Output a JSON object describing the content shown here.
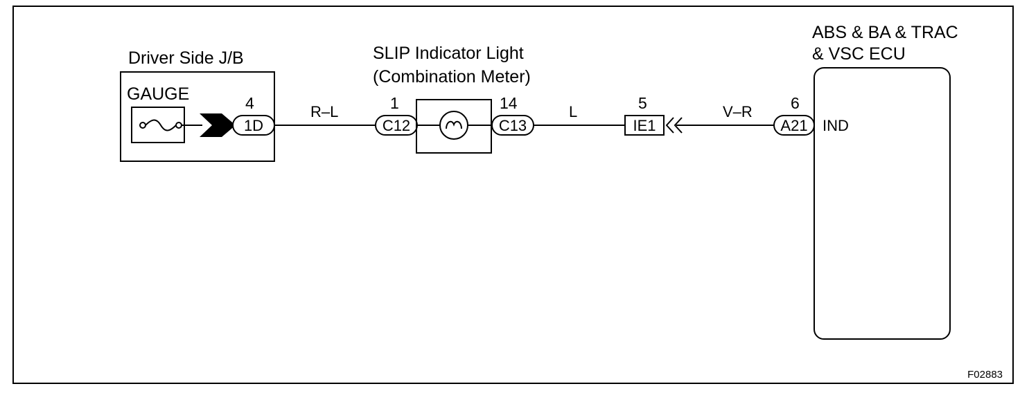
{
  "junction_block": {
    "title": "Driver Side J/B",
    "fuse_label": "GAUGE",
    "pin": "4",
    "connector": "1D"
  },
  "wire_1": {
    "color_code": "R–L"
  },
  "indicator": {
    "title_line1": "SLIP Indicator Light",
    "title_line2": "(Combination Meter)",
    "pin_in": "1",
    "connector_in": "C12",
    "pin_out": "14",
    "connector_out": "C13"
  },
  "wire_2": {
    "color_code": "L"
  },
  "junction_connector": {
    "pin": "5",
    "connector": "IE1"
  },
  "wire_3": {
    "color_code": "V–R"
  },
  "ecu": {
    "title_line1": "ABS & BA & TRAC",
    "title_line2": "& VSC ECU",
    "pin": "6",
    "connector": "A21",
    "terminal": "IND"
  },
  "figure_code": "F02883",
  "icons": [
    "fuse-icon",
    "bulb-icon",
    "male-connector-icon",
    "female-connector-icon"
  ]
}
